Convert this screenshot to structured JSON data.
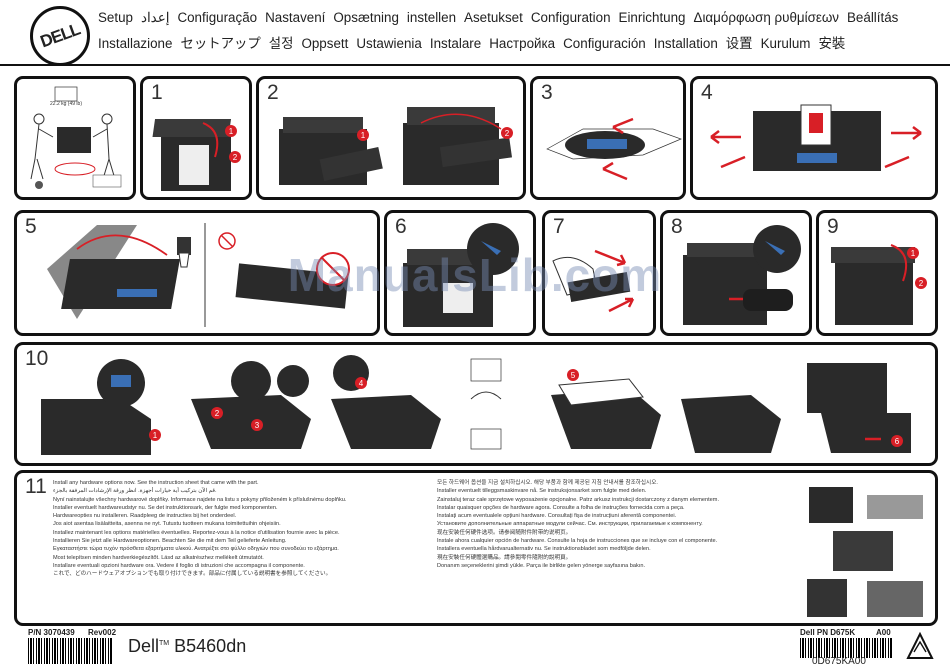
{
  "brand": "DELL",
  "header_line1": [
    "Setup",
    "إعداد",
    "Configuração",
    "Nastavení",
    "Opsætning",
    "instellen",
    "Asetukset",
    "Configuration",
    "Einrichtung",
    "Διαμόρφωση ρυθμίσεων",
    "Beállítás"
  ],
  "header_line2": [
    "Installazione",
    "セットアップ",
    "설정",
    "Oppsett",
    "Ustawienia",
    "Instalare",
    "Настройка",
    "Configuración",
    "Installation",
    "设置",
    "Kurulum",
    "安裝"
  ],
  "steps": {
    "s1": "1",
    "s2": "2",
    "s3": "3",
    "s4": "4",
    "s5": "5",
    "s6": "6",
    "s7": "7",
    "s8": "8",
    "s9": "9",
    "s10": "10",
    "s11": "11"
  },
  "weight_label": "22.2 kg (49 lb)",
  "callouts": {
    "c1": "1",
    "c2": "2",
    "c3": "3",
    "c4": "4",
    "c5": "5",
    "c6": "6"
  },
  "step11_text_left": [
    "Install any hardware options now. See the instruction sheet that came with the part.",
    "قم الآن بتركيب أية خيارات أجهزة. انظر ورقة الإرشادات المرفقة بالجزء.",
    "Nyní nainstalujte všechny hardwarové doplňky. Informace najdete na listu s pokyny přiloženém k příslušnému doplňku.",
    "Installer eventuelt hardwareudstyr nu. Se det instruktionsark, der fulgte med komponenten.",
    "Hardwareopties nu installeren. Raadpleeg de instructies bij het onderdeel.",
    "Jos aiot asentaa lisälaitteita, asenna ne nyt. Tutustu tuotteen mukana toimitettuihin ohjeisiin.",
    "Installez maintenant les options matérielles éventuelles. Reportez-vous à la notice d'utilisation fournie avec la pièce.",
    "Installieren Sie jetzt alle Hardwareoptionen. Beachten Sie die mit dem Teil gelieferte Anleitung.",
    "Εγκαταστήστε τώρα τυχόν πρόσθετα εξαρτήματα υλικού. Ανατρέξτε στο φύλλο οδηγιών που συνοδεύει το εξάρτημα.",
    "Most telepítsen minden hardverkiegészítőt. Lásd az alkatrészhez mellékelt útmutatót.",
    "Installare eventuali opzioni hardware ora. Vedere il foglio di istruzioni che accompagna il componente.",
    "これで、どのハードウェアオプションでも取り付けできます。部品に付属している説明書を参照してください。"
  ],
  "step11_text_right": [
    "모든 하드웨어 옵션을 지금 설치하십시오. 해당 부품과 함께 제공된 지침 안내서를 참조하십시오.",
    "Installer eventuelt tilleggsmaskinvare nå. Se instruksjonsarket som fulgte med delen.",
    "Zainstaluj teraz całe sprzętowe wyposażenie opcjonalne. Patrz arkusz instrukcji dostarczony z danym elementem.",
    "Instalar quaisquer opções de hardware agora. Consulte a folha de instruções fornecida com a peça.",
    "Instalaţi acum eventualele opţiuni hardware. Consultaţi fişa de instrucţiuni aferentă componentei.",
    "Установите дополнительные аппаратные модули сейчас. См. инструкции, прилагаемые к компоненту.",
    "现在安装任何硬件选项。请参阅随附件附带的说明页。",
    "Instale ahora cualquier opción de hardware. Consulte la hoja de instrucciones que se incluye con el componente.",
    "Installera eventuella hårdvarualternativ nu. Se instruktionsbladet som medföljde delen.",
    "現在安裝任何硬體選購品。請參閱零件隨附的說明頁。",
    "Donanım seçeneklerini şimdi yükle. Parça ile birlikte gelen yönerge sayfasına bakın."
  ],
  "footer": {
    "part_number": "P/N 3070439",
    "revision": "Rev002",
    "product_brand": "Dell",
    "trademark": "TM",
    "model": "B5460dn",
    "dell_pn": "Dell PN D675K",
    "dell_rev": "A00",
    "barcode_text": "0D675KA00"
  },
  "watermark": "ManualsLib.com",
  "colors": {
    "accent": "#d81f26",
    "frame": "#111111",
    "printer": "#2a2a2a",
    "blue": "#3a6fb5"
  }
}
